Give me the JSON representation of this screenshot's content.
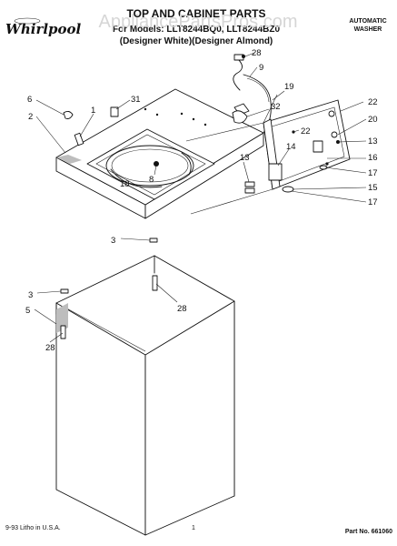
{
  "header": {
    "brand": "Whirlpool",
    "title": "TOP AND CABINET PARTS",
    "models": "For Models: LLT8244BQ0, LLT8244BZ0",
    "variants": "(Designer White)(Designer Almond)",
    "product_line1": "AUTOMATIC",
    "product_line2": "WASHER",
    "watermark": "AppliancePartsPros.com"
  },
  "footer": {
    "print_info": "9-93 Litho in U.S.A.",
    "page_number": "1",
    "part_number": "Part No. 661060"
  },
  "callouts": {
    "c1": "1",
    "c2": "2",
    "c3a": "3",
    "c3b": "3",
    "c5": "5",
    "c6": "6",
    "c8": "8",
    "c9": "9",
    "c13a": "13",
    "c13b": "13",
    "c14": "14",
    "c15": "15",
    "c16": "16",
    "c17a": "17",
    "c17b": "17",
    "c18": "18",
    "c19": "19",
    "c20": "20",
    "c22a": "22",
    "c22b": "22",
    "c28a": "28",
    "c28b": "28",
    "c28c": "28",
    "c31": "31",
    "c32": "32"
  },
  "colors": {
    "ink": "#111111",
    "paper": "#ffffff",
    "watermark": "#d6d6d6"
  }
}
